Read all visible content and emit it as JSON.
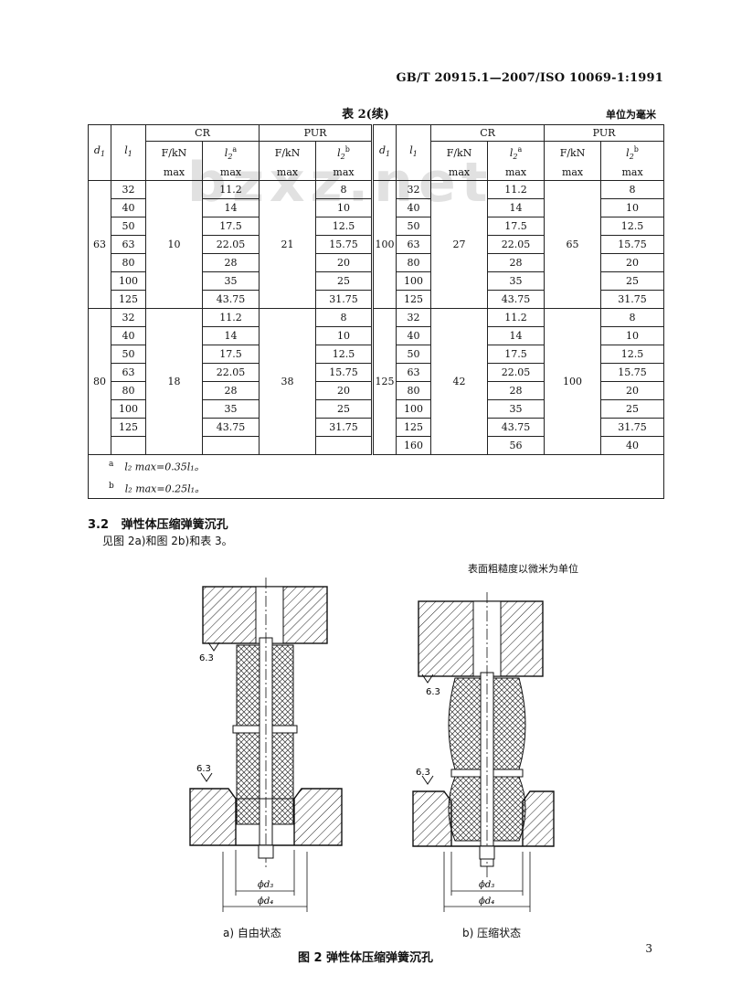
{
  "header": {
    "standard": "GB/T 20915.1—2007/ISO 10069-1:1991"
  },
  "table": {
    "title": "表 2(续)",
    "unit": "单位为毫米",
    "group_cr": "CR",
    "group_pur": "PUR",
    "col_d1": "d",
    "col_d1_sub": "1",
    "col_l1": "l",
    "col_l1_sub": "1",
    "col_f": "F/kN",
    "col_l2": "l",
    "col_l2_sub": "2",
    "col_l2_sup_a": "a",
    "col_l2_sup_b": "b",
    "col_max": "max",
    "left_blocks": [
      {
        "d1": "63",
        "cr_f": "10",
        "pur_f": "21",
        "rows": [
          {
            "l1": "32",
            "cr_l2": "11.2",
            "pur_l2": "8"
          },
          {
            "l1": "40",
            "cr_l2": "14",
            "pur_l2": "10"
          },
          {
            "l1": "50",
            "cr_l2": "17.5",
            "pur_l2": "12.5"
          },
          {
            "l1": "63",
            "cr_l2": "22.05",
            "pur_l2": "15.75"
          },
          {
            "l1": "80",
            "cr_l2": "28",
            "pur_l2": "20"
          },
          {
            "l1": "100",
            "cr_l2": "35",
            "pur_l2": "25"
          },
          {
            "l1": "125",
            "cr_l2": "43.75",
            "pur_l2": "31.75"
          }
        ]
      },
      {
        "d1": "80",
        "cr_f": "18",
        "pur_f": "38",
        "rows": [
          {
            "l1": "32",
            "cr_l2": "11.2",
            "pur_l2": "8"
          },
          {
            "l1": "40",
            "cr_l2": "14",
            "pur_l2": "10"
          },
          {
            "l1": "50",
            "cr_l2": "17.5",
            "pur_l2": "12.5"
          },
          {
            "l1": "63",
            "cr_l2": "22.05",
            "pur_l2": "15.75"
          },
          {
            "l1": "80",
            "cr_l2": "28",
            "pur_l2": "20"
          },
          {
            "l1": "100",
            "cr_l2": "35",
            "pur_l2": "25"
          },
          {
            "l1": "125",
            "cr_l2": "43.75",
            "pur_l2": "31.75"
          }
        ]
      }
    ],
    "right_blocks": [
      {
        "d1": "100",
        "cr_f": "27",
        "pur_f": "65",
        "rows": [
          {
            "l1": "32",
            "cr_l2": "11.2",
            "pur_l2": "8"
          },
          {
            "l1": "40",
            "cr_l2": "14",
            "pur_l2": "10"
          },
          {
            "l1": "50",
            "cr_l2": "17.5",
            "pur_l2": "12.5"
          },
          {
            "l1": "63",
            "cr_l2": "22.05",
            "pur_l2": "15.75"
          },
          {
            "l1": "80",
            "cr_l2": "28",
            "pur_l2": "20"
          },
          {
            "l1": "100",
            "cr_l2": "35",
            "pur_l2": "25"
          },
          {
            "l1": "125",
            "cr_l2": "43.75",
            "pur_l2": "31.75"
          }
        ]
      },
      {
        "d1": "125",
        "cr_f": "42",
        "pur_f": "100",
        "rows": [
          {
            "l1": "32",
            "cr_l2": "11.2",
            "pur_l2": "8"
          },
          {
            "l1": "40",
            "cr_l2": "14",
            "pur_l2": "10"
          },
          {
            "l1": "50",
            "cr_l2": "17.5",
            "pur_l2": "12.5"
          },
          {
            "l1": "63",
            "cr_l2": "22.05",
            "pur_l2": "15.75"
          },
          {
            "l1": "80",
            "cr_l2": "28",
            "pur_l2": "20"
          },
          {
            "l1": "100",
            "cr_l2": "35",
            "pur_l2": "25"
          },
          {
            "l1": "125",
            "cr_l2": "43.75",
            "pur_l2": "31.75"
          },
          {
            "l1": "160",
            "cr_l2": "56",
            "pur_l2": "40"
          }
        ]
      }
    ],
    "notes": [
      {
        "mark": "a",
        "text": "l₂ max=0.35l₁。"
      },
      {
        "mark": "b",
        "text": "l₂ max=0.25l₁。"
      }
    ]
  },
  "section": {
    "number": "3.2",
    "title": "弹性体压缩弹簧沉孔",
    "text": "见图 2a)和图 2b)和表 3。"
  },
  "figure": {
    "roughness_note": "表面粗糙度以微米为单位",
    "roughness_value": "6.3",
    "label_d3": "ϕd₃",
    "label_d4": "ϕd₄",
    "caption_a": "a) 自由状态",
    "caption_b": "b) 压缩状态",
    "caption": "图 2   弹性体压缩弹簧沉孔"
  },
  "watermark": "bzxz.net",
  "page_number": "3"
}
